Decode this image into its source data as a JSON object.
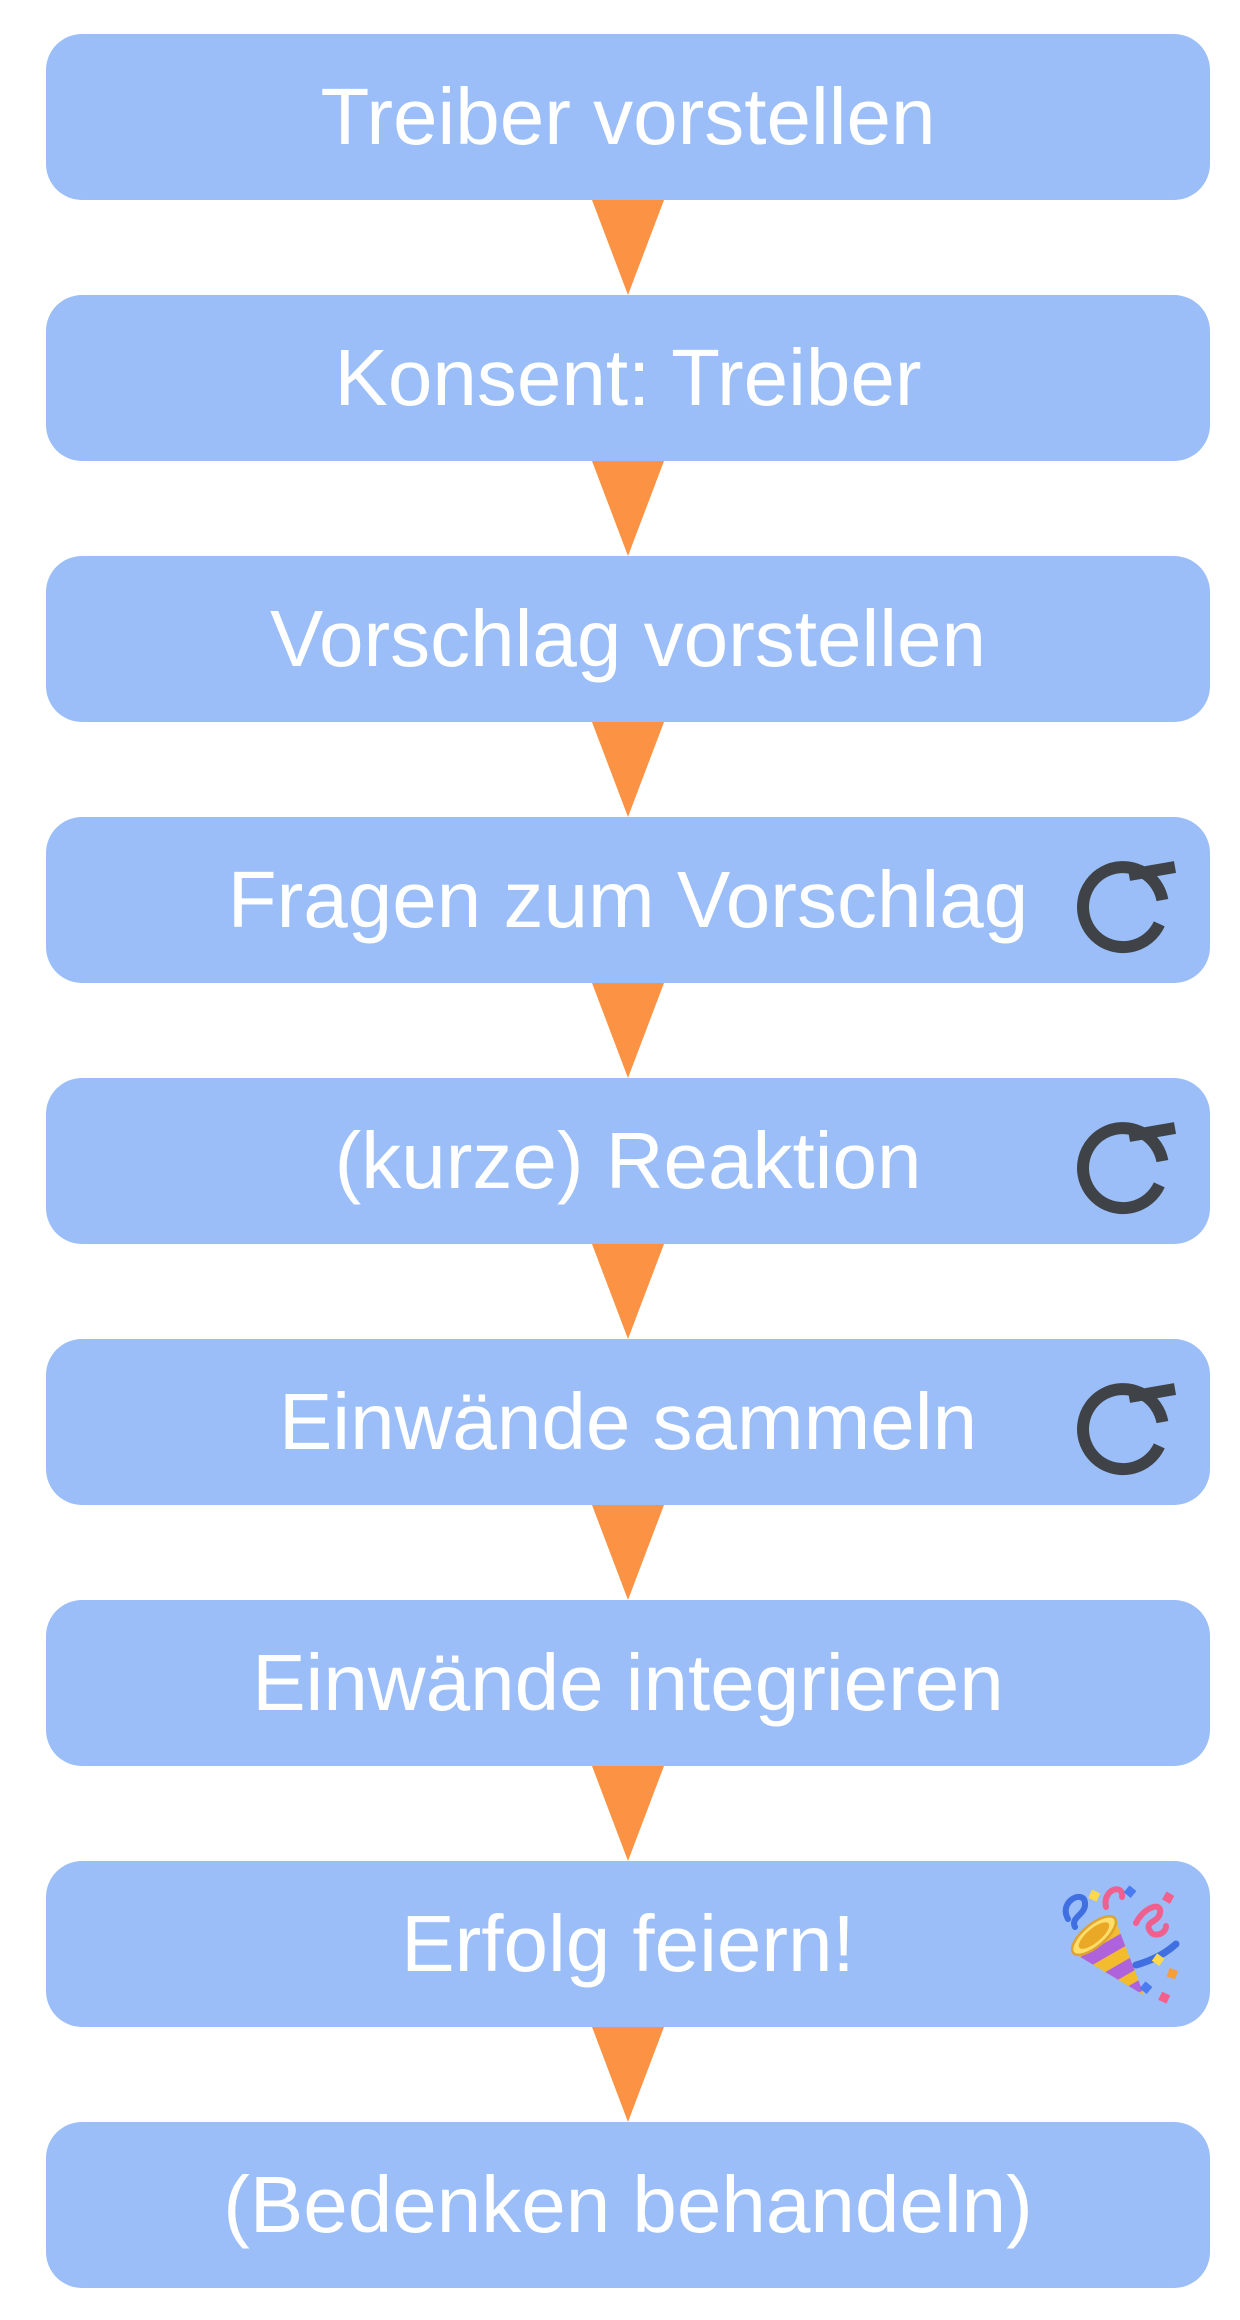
{
  "colors": {
    "box_bg": "#9BBEF8",
    "arrow": "#FC9243",
    "label_text": "#FFFFFF",
    "refresh_icon": "#3F4347",
    "page_bg": "#FFFFFF"
  },
  "flow": {
    "connector_shape": "triangle-down",
    "steps": [
      {
        "label": "Treiber vorstellen",
        "icon": null
      },
      {
        "label": "Konsent: Treiber",
        "icon": null
      },
      {
        "label": "Vorschlag vorstellen",
        "icon": null
      },
      {
        "label": "Fragen zum Vorschlag",
        "icon": "refresh"
      },
      {
        "label": "(kurze) Reaktion",
        "icon": "refresh"
      },
      {
        "label": "Einwände sammeln",
        "icon": "refresh"
      },
      {
        "label": "Einwände integrieren",
        "icon": null
      },
      {
        "label": "Erfolg feiern!",
        "icon": "party-popper"
      },
      {
        "label": "(Bedenken behandeln)",
        "icon": null
      }
    ]
  }
}
